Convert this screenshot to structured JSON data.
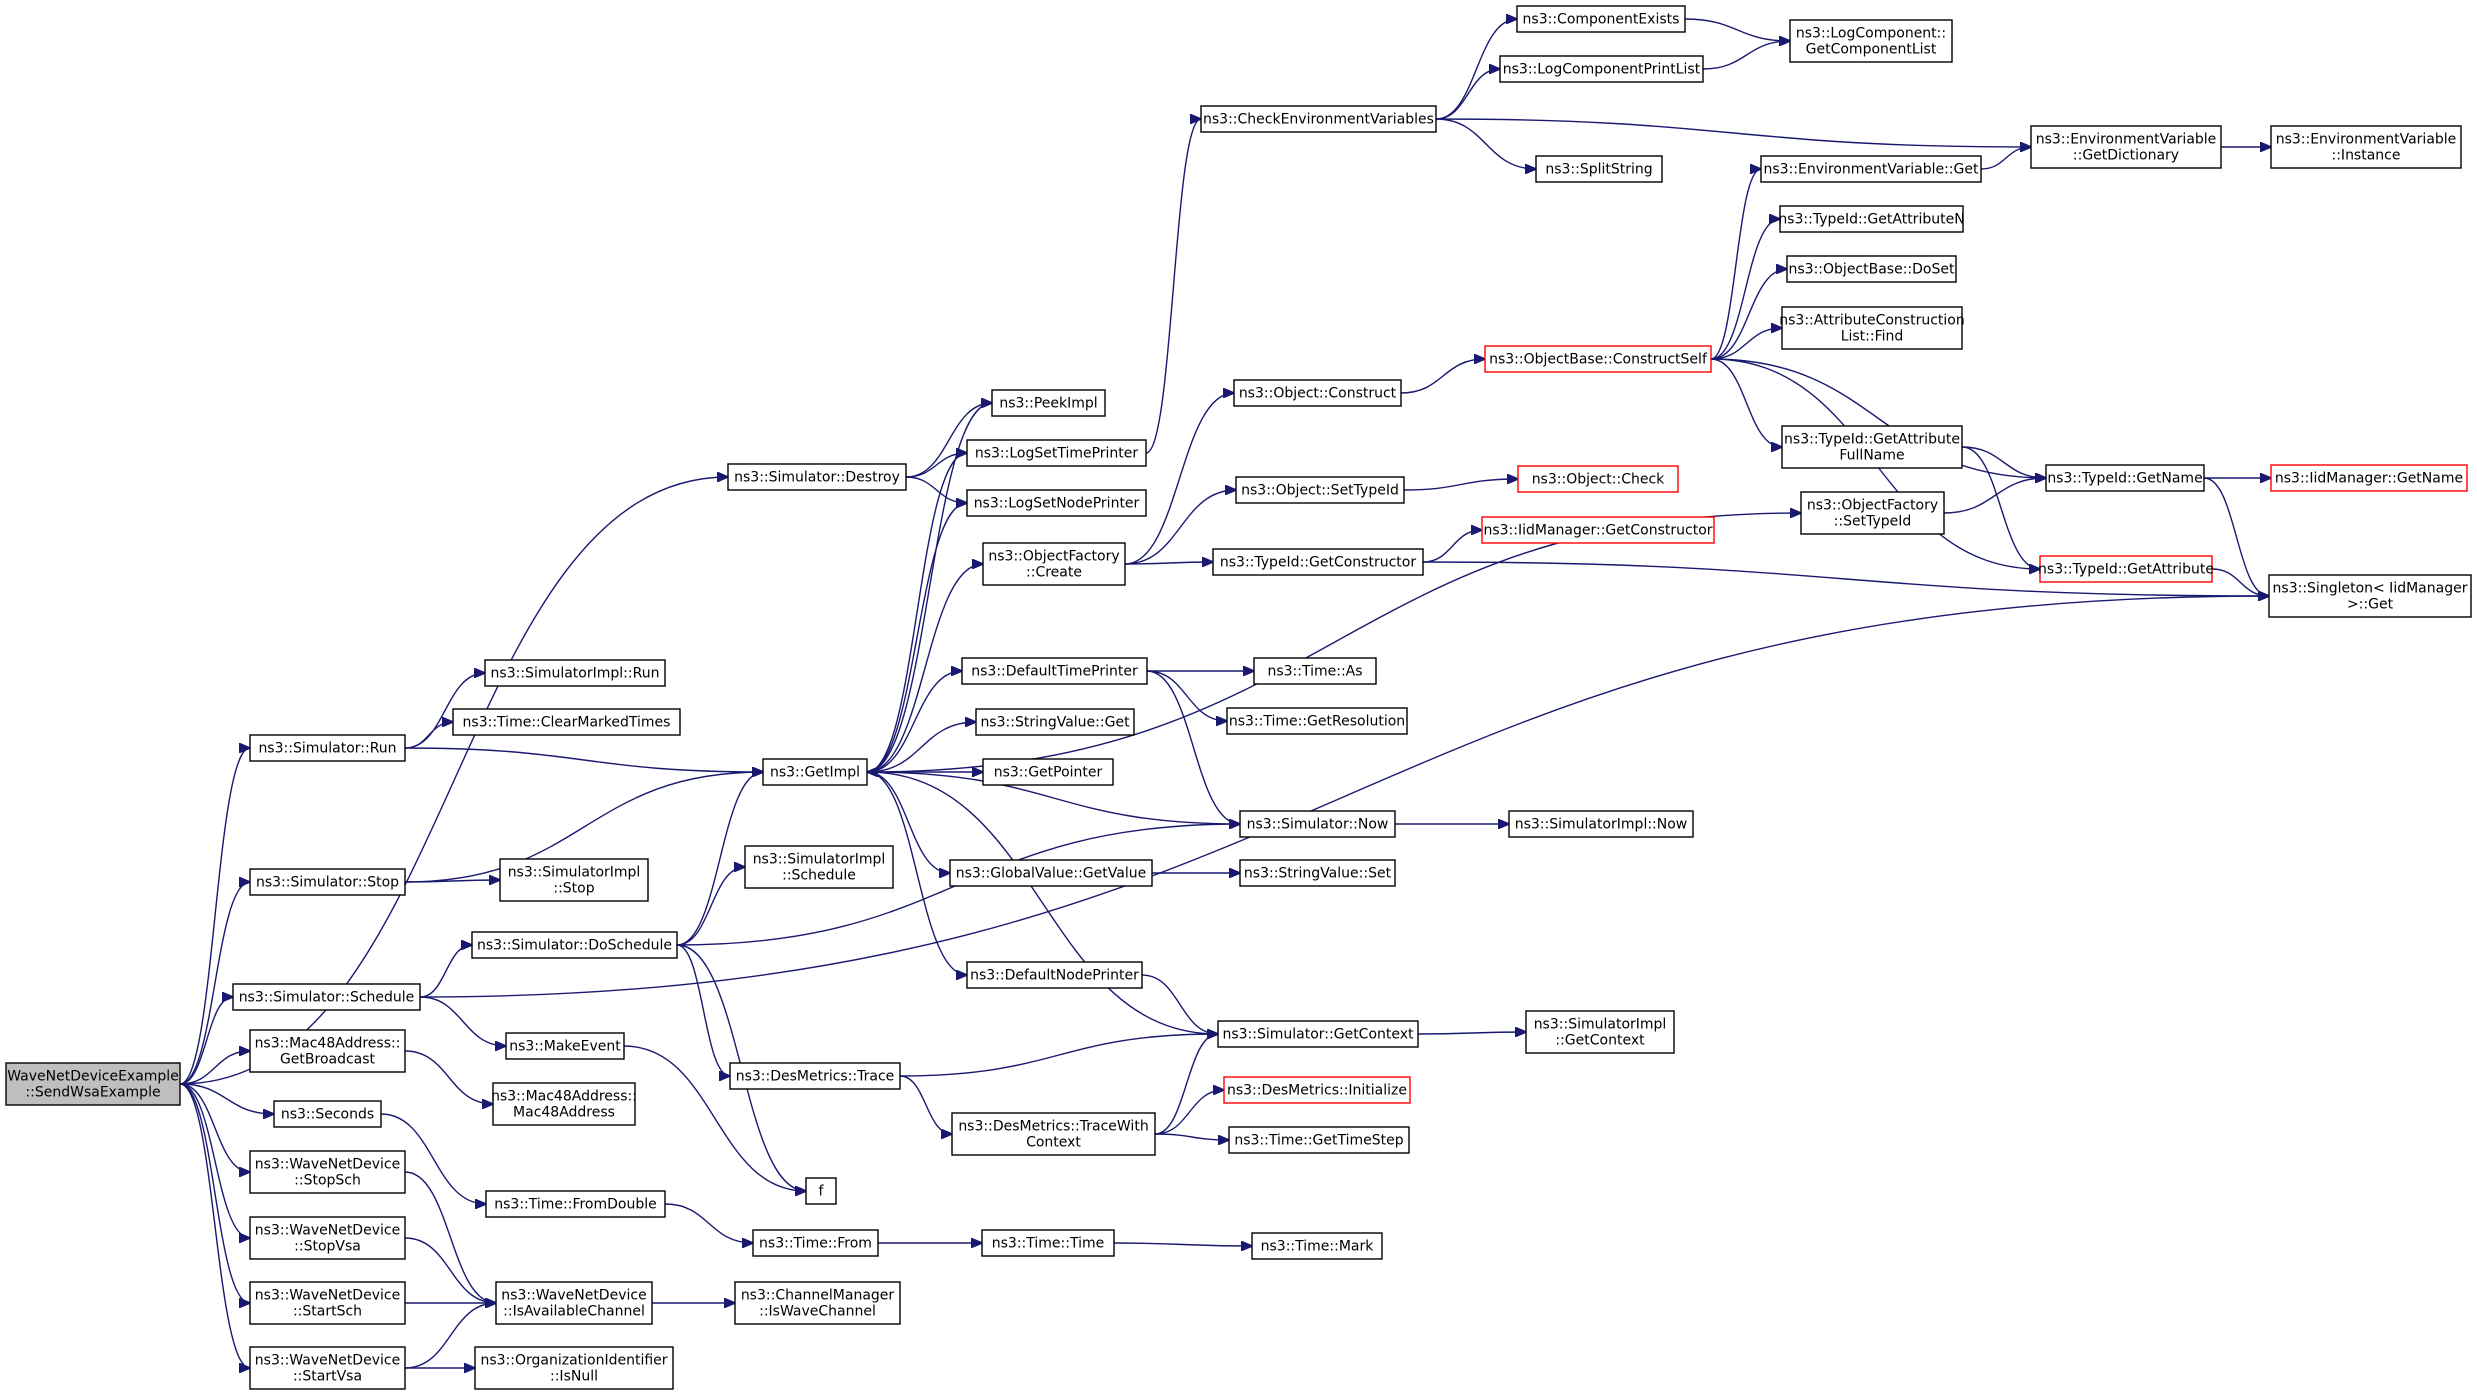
{
  "colors": {
    "edge": "#191970",
    "border": "#000000",
    "incomplete_border": "#ff0000",
    "root_fill": "#bfbfbf"
  },
  "nodes": [
    {
      "id": "root",
      "lines": [
        "WaveNetDeviceExample",
        "::SendWsaExample"
      ],
      "root": true
    },
    {
      "id": "sim_destroy",
      "lines": [
        "ns3::Simulator::Destroy"
      ]
    },
    {
      "id": "sim_run",
      "lines": [
        "ns3::Simulator::Run"
      ]
    },
    {
      "id": "sim_stop",
      "lines": [
        "ns3::Simulator::Stop"
      ]
    },
    {
      "id": "sim_schedule",
      "lines": [
        "ns3::Simulator::Schedule"
      ]
    },
    {
      "id": "mac_getbroadcast",
      "lines": [
        "ns3::Mac48Address::",
        "GetBroadcast"
      ]
    },
    {
      "id": "seconds",
      "lines": [
        "ns3::Seconds"
      ]
    },
    {
      "id": "wnd_stopsch",
      "lines": [
        "ns3::WaveNetDevice",
        "::StopSch"
      ]
    },
    {
      "id": "wnd_stopvsa",
      "lines": [
        "ns3::WaveNetDevice",
        "::StopVsa"
      ]
    },
    {
      "id": "wnd_startsch",
      "lines": [
        "ns3::WaveNetDevice",
        "::StartSch"
      ]
    },
    {
      "id": "wnd_startvsa",
      "lines": [
        "ns3::WaveNetDevice",
        "::StartVsa"
      ]
    },
    {
      "id": "simimpl_run",
      "lines": [
        "ns3::SimulatorImpl::Run"
      ]
    },
    {
      "id": "time_clearmarked",
      "lines": [
        "ns3::Time::ClearMarkedTimes"
      ]
    },
    {
      "id": "simimpl_stop",
      "lines": [
        "ns3::SimulatorImpl",
        "::Stop"
      ]
    },
    {
      "id": "sim_doschedule",
      "lines": [
        "ns3::Simulator::DoSchedule"
      ]
    },
    {
      "id": "makeevent",
      "lines": [
        "ns3::MakeEvent"
      ]
    },
    {
      "id": "mac_mac48",
      "lines": [
        "ns3::Mac48Address::",
        "Mac48Address"
      ]
    },
    {
      "id": "time_fromdouble",
      "lines": [
        "ns3::Time::FromDouble"
      ]
    },
    {
      "id": "wnd_isavail",
      "lines": [
        "ns3::WaveNetDevice",
        "::IsAvailableChannel"
      ]
    },
    {
      "id": "orgid_isnull",
      "lines": [
        "ns3::OrganizationIdentifier",
        "::IsNull"
      ]
    },
    {
      "id": "getimpl",
      "lines": [
        "ns3::GetImpl"
      ]
    },
    {
      "id": "simimpl_schedule",
      "lines": [
        "ns3::SimulatorImpl",
        "::Schedule"
      ]
    },
    {
      "id": "desmetrics_trace",
      "lines": [
        "ns3::DesMetrics::Trace"
      ]
    },
    {
      "id": "f",
      "lines": [
        "f"
      ]
    },
    {
      "id": "time_from",
      "lines": [
        "ns3::Time::From"
      ]
    },
    {
      "id": "chanmgr_iswave",
      "lines": [
        "ns3::ChannelManager",
        "::IsWaveChannel"
      ]
    },
    {
      "id": "peekimpl",
      "lines": [
        "ns3::PeekImpl"
      ]
    },
    {
      "id": "logsettimeprinter",
      "lines": [
        "ns3::LogSetTimePrinter"
      ]
    },
    {
      "id": "logsetnodeprinter",
      "lines": [
        "ns3::LogSetNodePrinter"
      ]
    },
    {
      "id": "objfactory_create",
      "lines": [
        "ns3::ObjectFactory",
        "::Create"
      ]
    },
    {
      "id": "defaulttimeprinter",
      "lines": [
        "ns3::DefaultTimePrinter"
      ]
    },
    {
      "id": "stringvalue_get",
      "lines": [
        "ns3::StringValue::Get"
      ]
    },
    {
      "id": "getpointer",
      "lines": [
        "ns3::GetPointer"
      ]
    },
    {
      "id": "globalvalue_getvalue",
      "lines": [
        "ns3::GlobalValue::GetValue"
      ]
    },
    {
      "id": "defaultnodeprinter",
      "lines": [
        "ns3::DefaultNodePrinter"
      ]
    },
    {
      "id": "desmetrics_tracewith",
      "lines": [
        "ns3::DesMetrics::TraceWith",
        "Context"
      ]
    },
    {
      "id": "time_time",
      "lines": [
        "ns3::Time::Time"
      ]
    },
    {
      "id": "checkenvvars",
      "lines": [
        "ns3::CheckEnvironmentVariables"
      ]
    },
    {
      "id": "object_construct",
      "lines": [
        "ns3::Object::Construct"
      ]
    },
    {
      "id": "object_settypeid",
      "lines": [
        "ns3::Object::SetTypeId"
      ]
    },
    {
      "id": "typeid_getconstructor",
      "lines": [
        "ns3::TypeId::GetConstructor"
      ]
    },
    {
      "id": "time_as",
      "lines": [
        "ns3::Time::As"
      ]
    },
    {
      "id": "time_getresolution",
      "lines": [
        "ns3::Time::GetResolution"
      ]
    },
    {
      "id": "sim_now",
      "lines": [
        "ns3::Simulator::Now"
      ]
    },
    {
      "id": "stringvalue_set",
      "lines": [
        "ns3::StringValue::Set"
      ]
    },
    {
      "id": "sim_getcontext",
      "lines": [
        "ns3::Simulator::GetContext"
      ]
    },
    {
      "id": "desmetrics_init",
      "lines": [
        "ns3::DesMetrics::Initialize"
      ],
      "red": true
    },
    {
      "id": "time_gettimestep",
      "lines": [
        "ns3::Time::GetTimeStep"
      ]
    },
    {
      "id": "time_mark",
      "lines": [
        "ns3::Time::Mark"
      ]
    },
    {
      "id": "componentexists",
      "lines": [
        "ns3::ComponentExists"
      ]
    },
    {
      "id": "logcomponentprintlist",
      "lines": [
        "ns3::LogComponentPrintList"
      ]
    },
    {
      "id": "splitstring",
      "lines": [
        "ns3::SplitString"
      ]
    },
    {
      "id": "objectbase_constructself",
      "lines": [
        "ns3::ObjectBase::ConstructSelf"
      ],
      "red": true
    },
    {
      "id": "object_check",
      "lines": [
        "ns3::Object::Check"
      ],
      "red": true
    },
    {
      "id": "iidmgr_getconstructor",
      "lines": [
        "ns3::IidManager::GetConstructor"
      ],
      "red": true
    },
    {
      "id": "simimpl_now",
      "lines": [
        "ns3::SimulatorImpl::Now"
      ]
    },
    {
      "id": "simimpl_getcontext",
      "lines": [
        "ns3::SimulatorImpl",
        "::GetContext"
      ]
    },
    {
      "id": "logcomponent_getlist",
      "lines": [
        "ns3::LogComponent::",
        "GetComponentList"
      ]
    },
    {
      "id": "envvar_get",
      "lines": [
        "ns3::EnvironmentVariable::Get"
      ]
    },
    {
      "id": "typeid_getattrn",
      "lines": [
        "ns3::TypeId::GetAttributeN"
      ]
    },
    {
      "id": "objectbase_doset",
      "lines": [
        "ns3::ObjectBase::DoSet"
      ]
    },
    {
      "id": "attrconstruction_find",
      "lines": [
        "ns3::AttributeConstruction",
        "List::Find"
      ]
    },
    {
      "id": "typeid_getattrfullname",
      "lines": [
        "ns3::TypeId::GetAttribute",
        "FullName"
      ]
    },
    {
      "id": "objfactory_settypeid",
      "lines": [
        "ns3::ObjectFactory",
        "::SetTypeId"
      ]
    },
    {
      "id": "envvar_getdict",
      "lines": [
        "ns3::EnvironmentVariable",
        "::GetDictionary"
      ]
    },
    {
      "id": "typeid_getname",
      "lines": [
        "ns3::TypeId::GetName"
      ]
    },
    {
      "id": "typeid_getattribute",
      "lines": [
        "ns3::TypeId::GetAttribute"
      ],
      "red": true
    },
    {
      "id": "envvar_instance",
      "lines": [
        "ns3::EnvironmentVariable",
        "::Instance"
      ]
    },
    {
      "id": "iidmgr_getname",
      "lines": [
        "ns3::IidManager::GetName"
      ],
      "red": true
    },
    {
      "id": "singleton_get",
      "lines": [
        "ns3::Singleton< IidManager",
        ">::Get"
      ]
    }
  ],
  "edges": [
    [
      "root",
      "sim_destroy"
    ],
    [
      "root",
      "sim_run"
    ],
    [
      "root",
      "sim_stop"
    ],
    [
      "root",
      "sim_schedule"
    ],
    [
      "root",
      "mac_getbroadcast"
    ],
    [
      "root",
      "seconds"
    ],
    [
      "root",
      "wnd_stopsch"
    ],
    [
      "root",
      "wnd_stopvsa"
    ],
    [
      "root",
      "wnd_startsch"
    ],
    [
      "root",
      "wnd_startvsa"
    ],
    [
      "sim_destroy",
      "peekimpl"
    ],
    [
      "sim_destroy",
      "logsettimeprinter"
    ],
    [
      "sim_destroy",
      "logsetnodeprinter"
    ],
    [
      "sim_run",
      "simimpl_run"
    ],
    [
      "sim_run",
      "time_clearmarked"
    ],
    [
      "sim_run",
      "getimpl"
    ],
    [
      "sim_stop",
      "getimpl"
    ],
    [
      "sim_stop",
      "simimpl_stop"
    ],
    [
      "sim_schedule",
      "sim_doschedule"
    ],
    [
      "sim_schedule",
      "makeevent"
    ],
    [
      "sim_schedule",
      "singleton_get"
    ],
    [
      "mac_getbroadcast",
      "mac_mac48"
    ],
    [
      "seconds",
      "time_fromdouble"
    ],
    [
      "wnd_stopsch",
      "wnd_isavail"
    ],
    [
      "wnd_stopvsa",
      "wnd_isavail"
    ],
    [
      "wnd_startsch",
      "wnd_isavail"
    ],
    [
      "wnd_startvsa",
      "wnd_isavail"
    ],
    [
      "wnd_startvsa",
      "orgid_isnull"
    ],
    [
      "sim_doschedule",
      "getimpl"
    ],
    [
      "sim_doschedule",
      "simimpl_schedule"
    ],
    [
      "sim_doschedule",
      "desmetrics_trace"
    ],
    [
      "sim_doschedule",
      "f"
    ],
    [
      "sim_doschedule",
      "sim_now"
    ],
    [
      "makeevent",
      "f"
    ],
    [
      "time_fromdouble",
      "time_from"
    ],
    [
      "wnd_isavail",
      "chanmgr_iswave"
    ],
    [
      "getimpl",
      "peekimpl"
    ],
    [
      "getimpl",
      "logsettimeprinter"
    ],
    [
      "getimpl",
      "logsetnodeprinter"
    ],
    [
      "getimpl",
      "objfactory_create"
    ],
    [
      "getimpl",
      "defaulttimeprinter"
    ],
    [
      "getimpl",
      "stringvalue_get"
    ],
    [
      "getimpl",
      "getpointer"
    ],
    [
      "getimpl",
      "globalvalue_getvalue"
    ],
    [
      "getimpl",
      "defaultnodeprinter"
    ],
    [
      "getimpl",
      "sim_getcontext"
    ],
    [
      "getimpl",
      "objfactory_settypeid"
    ],
    [
      "desmetrics_trace",
      "sim_getcontext"
    ],
    [
      "desmetrics_trace",
      "desmetrics_tracewith"
    ],
    [
      "desmetrics_tracewith",
      "sim_getcontext"
    ],
    [
      "desmetrics_tracewith",
      "desmetrics_init"
    ],
    [
      "desmetrics_tracewith",
      "time_gettimestep"
    ],
    [
      "time_from",
      "time_time"
    ],
    [
      "time_time",
      "time_mark"
    ],
    [
      "logsettimeprinter",
      "checkenvvars"
    ],
    [
      "objfactory_create",
      "object_construct"
    ],
    [
      "objfactory_create",
      "object_settypeid"
    ],
    [
      "objfactory_create",
      "typeid_getconstructor"
    ],
    [
      "defaulttimeprinter",
      "time_as"
    ],
    [
      "defaulttimeprinter",
      "time_getresolution"
    ],
    [
      "defaulttimeprinter",
      "sim_now"
    ],
    [
      "globalvalue_getvalue",
      "stringvalue_set"
    ],
    [
      "defaultnodeprinter",
      "sim_getcontext"
    ],
    [
      "sim_now",
      "getimpl"
    ],
    [
      "sim_now",
      "simimpl_now"
    ],
    [
      "sim_getcontext",
      "simimpl_getcontext"
    ],
    [
      "checkenvvars",
      "componentexists"
    ],
    [
      "checkenvvars",
      "logcomponentprintlist"
    ],
    [
      "checkenvvars",
      "splitstring"
    ],
    [
      "checkenvvars",
      "envvar_getdict"
    ],
    [
      "componentexists",
      "logcomponent_getlist"
    ],
    [
      "logcomponentprintlist",
      "logcomponent_getlist"
    ],
    [
      "object_construct",
      "objectbase_constructself"
    ],
    [
      "object_settypeid",
      "object_check"
    ],
    [
      "typeid_getconstructor",
      "iidmgr_getconstructor"
    ],
    [
      "typeid_getconstructor",
      "singleton_get"
    ],
    [
      "objectbase_constructself",
      "envvar_get"
    ],
    [
      "objectbase_constructself",
      "typeid_getattrn"
    ],
    [
      "objectbase_constructself",
      "objectbase_doset"
    ],
    [
      "objectbase_constructself",
      "attrconstruction_find"
    ],
    [
      "objectbase_constructself",
      "typeid_getattrfullname"
    ],
    [
      "objectbase_constructself",
      "typeid_getname"
    ],
    [
      "objectbase_constructself",
      "typeid_getattribute"
    ],
    [
      "envvar_get",
      "envvar_getdict"
    ],
    [
      "envvar_getdict",
      "envvar_instance"
    ],
    [
      "typeid_getattrfullname",
      "typeid_getname"
    ],
    [
      "typeid_getattrfullname",
      "typeid_getattribute"
    ],
    [
      "objfactory_settypeid",
      "typeid_getname"
    ],
    [
      "typeid_getname",
      "iidmgr_getname"
    ],
    [
      "typeid_getname",
      "singleton_get"
    ],
    [
      "typeid_getattribute",
      "singleton_get"
    ]
  ]
}
